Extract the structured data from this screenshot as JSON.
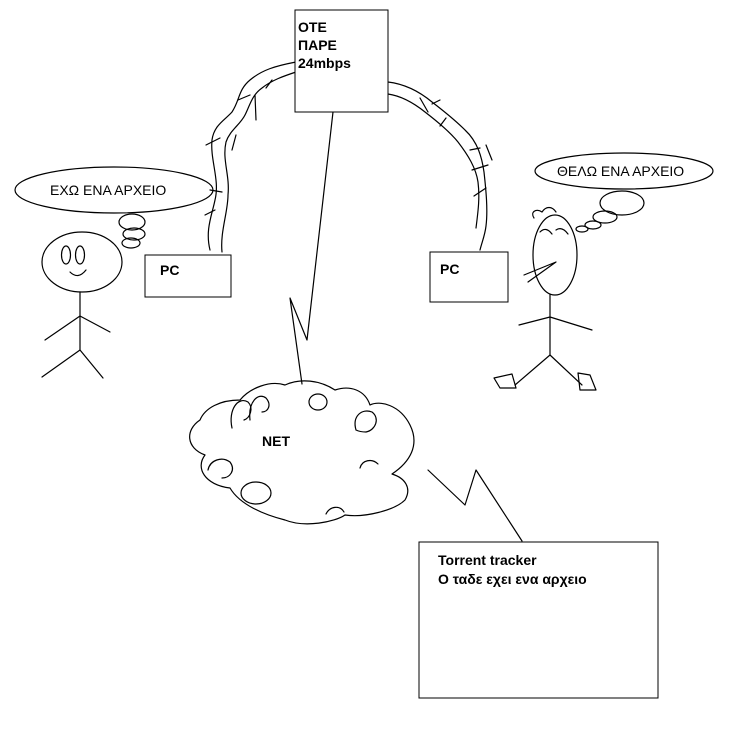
{
  "ote_box": {
    "line1": "ΟΤΕ",
    "line2": "ΠΑΡΕ",
    "line3": "24mbps"
  },
  "left_person": {
    "thought": "ΕΧΩ ΕΝΑ ΑΡΧΕΙΟ"
  },
  "right_person": {
    "thought": "ΘΕΛΩ ΕΝΑ ΑΡΧΕΙΟ"
  },
  "left_pc": {
    "label": "PC"
  },
  "right_pc": {
    "label": "PC"
  },
  "cloud": {
    "label": "NET"
  },
  "tracker_box": {
    "line1": "Torrent tracker",
    "line2": "Ο ταδε εχει ενα αρχειο"
  }
}
